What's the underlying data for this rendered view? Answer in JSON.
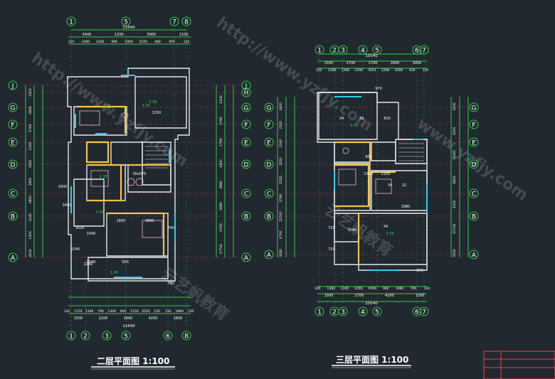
{
  "left_plan": {
    "title": "二层平面图 1:100",
    "grid_cols_top": [
      "1",
      "5",
      "7",
      "8"
    ],
    "grid_cols_bottom": [
      "1",
      "2",
      "3",
      "5",
      "6",
      "8"
    ],
    "grid_rows": [
      "J",
      "H",
      "G",
      "F",
      "E",
      "D",
      "C",
      "B",
      "A"
    ],
    "dims_top_total": "11640",
    "dims_top_mid": [
      "5400",
      "1200",
      "3900",
      "1100"
    ],
    "dims_top_inner": [
      "120",
      "3300",
      "1200",
      "900",
      "1800",
      "3100",
      "480",
      "950",
      "120"
    ],
    "dims_bottom_total": "11640",
    "dims_bottom_mid": [
      "1500",
      "2100",
      "1800",
      "4200",
      "1800"
    ],
    "dims_bottom_inner": [
      "120",
      "1370",
      "1100",
      "790",
      "1300",
      "900",
      "1150",
      "3550",
      "120",
      "530",
      "1800",
      "120"
    ],
    "left_dims": [
      "2100",
      "2800",
      "1700",
      "2100",
      "3300",
      "1800",
      "1800",
      "1240",
      "1300",
      "4100"
    ],
    "right_dims": [
      "1100",
      "3790",
      "1760",
      "1800",
      "3880",
      "5680",
      "4700",
      "17740"
    ],
    "room_labels": [
      "3.06",
      "3.36",
      "3.58",
      "2.96",
      "3.06",
      "3.58",
      "30x075",
      "1620",
      "1040",
      "1040",
      "1800",
      "1800",
      "740",
      "740",
      "2240",
      "2240",
      "500",
      "3400",
      "3000",
      "1250"
    ]
  },
  "right_plan": {
    "title": "三层平面图 1:100",
    "grid_cols_top": [
      "1",
      "2",
      "3",
      "4",
      "5",
      "6",
      "7"
    ],
    "grid_cols_bottom": [
      "1",
      "2",
      "3",
      "4",
      "5",
      "6",
      "7"
    ],
    "grid_rows": [
      "G",
      "F",
      "E",
      "D",
      "C",
      "B",
      "A"
    ],
    "dims_top_total": "10540",
    "dims_top_mid": [
      "1500",
      "2700",
      "2700",
      "3000",
      "3000"
    ],
    "dims_top_inner": [
      "120",
      "1380",
      "1200",
      "1500",
      "3501",
      "1200",
      "4300",
      "420",
      "120"
    ],
    "dims_bottom_total": "10540",
    "dims_bottom_mid": [
      "1500",
      "2700",
      "4200",
      "1200"
    ],
    "dims_bottom_inner": [
      "120",
      "1380",
      "2100",
      "1200",
      "1900",
      "960",
      "1980",
      "700",
      "120"
    ],
    "left_dims": [
      "3400",
      "2100",
      "2100",
      "3200",
      "1500",
      "3780",
      "15740",
      "4700",
      "3180"
    ],
    "right_dims": [
      "3200",
      "1500",
      "5200",
      "5600",
      "4100",
      "15740",
      "3500"
    ],
    "room_labels": [
      "34",
      "34",
      "34",
      "34",
      "22",
      "3.56",
      "3.56",
      "970",
      "970",
      "900",
      "2100",
      "1980",
      "3040",
      "720",
      "820",
      "720",
      "2100"
    ]
  },
  "watermarks": [
    "http://www.yzfjy.com",
    "云艺帆教育",
    "http://www.yzfjy.com",
    "www.yzfjy.com",
    "云艺帆教育"
  ],
  "colors": {
    "bg": "#212830",
    "grid": "#2ecc40",
    "dim": "#f4f4f4",
    "axis": "#e23b3b",
    "wall": "#e8e8e8",
    "window": "#29d1e6",
    "room": "#f4c542",
    "text": "#ffffff",
    "title_frame": "#ff3b3b"
  }
}
